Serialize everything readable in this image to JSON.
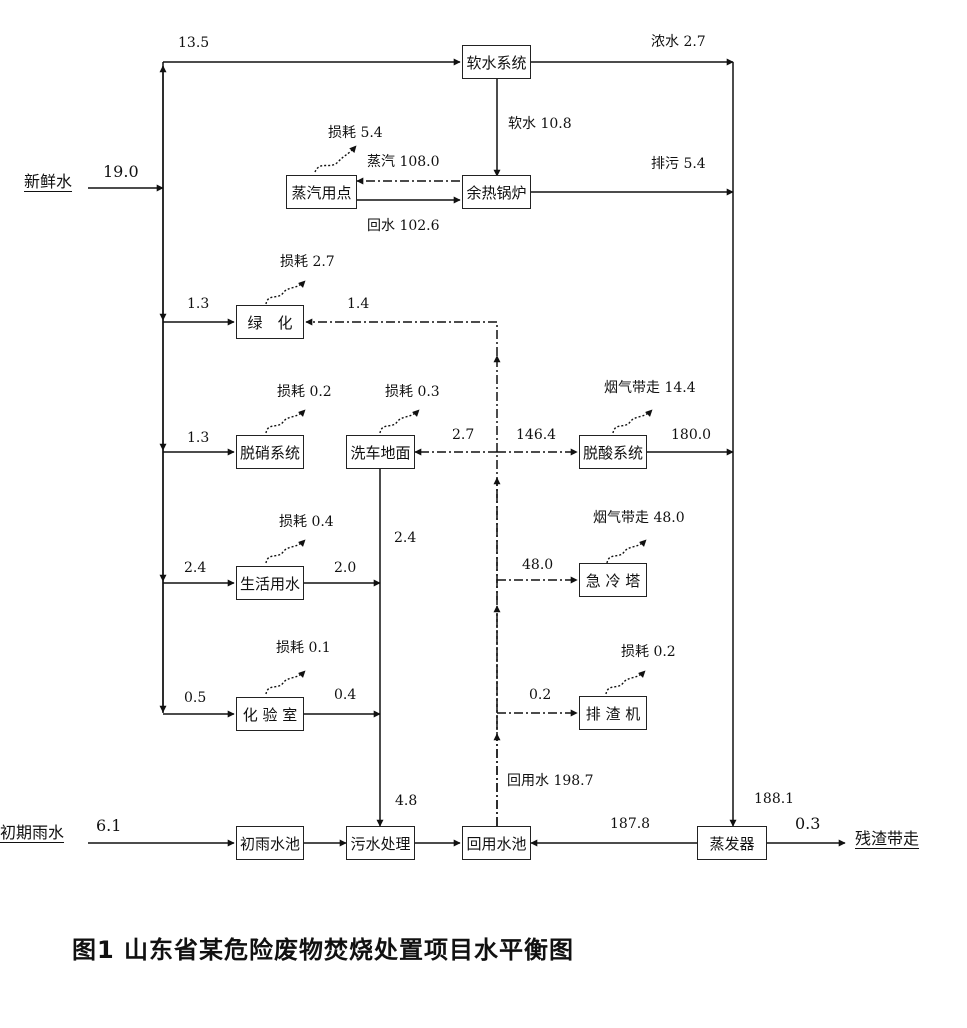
{
  "boxes": {
    "soft_water_system": "软水系统",
    "waste_heat_boiler": "余热锅炉",
    "steam_users": "蒸汽用点",
    "greening": "绿　化",
    "denitration": "脱硝系统",
    "car_wash": "洗车地面",
    "deacidification": "脱酸系统",
    "domestic_water": "生活用水",
    "quench_tower": "急 冷 塔",
    "laboratory": "化 验 室",
    "slag_discharger": "排 渣 机",
    "initial_rain_pool": "初雨水池",
    "sewage_treatment": "污水处理",
    "reuse_pool": "回用水池",
    "evaporator": "蒸发器"
  },
  "labels": {
    "fresh_water": "新鲜水",
    "fresh_water_value": "19.0",
    "initial_rain": "初期雨水",
    "initial_rain_value": "6.1",
    "residue": "残渣带走",
    "residue_value": "0.3",
    "to_soft_water": "13.5",
    "concentrate": "浓水 2.7",
    "soft_water": "软水 10.8",
    "blowdown": "排污 5.4",
    "loss_steam": "损耗 5.4",
    "steam": "蒸汽 108.0",
    "return_water": "回水 102.6",
    "loss_greening": "损耗 2.7",
    "to_greening": "1.3",
    "reuse_to_greening": "1.4",
    "loss_denitration": "损耗 0.2",
    "to_denitration": "1.3",
    "loss_car_wash": "损耗 0.3",
    "to_car_wash": "2.7",
    "to_deacidification": "146.4",
    "flue_gas_deacid": "烟气带走 14.4",
    "deacid_out": "180.0",
    "loss_domestic": "损耗 0.4",
    "to_domestic": "2.4",
    "domestic_out": "2.0",
    "car_wash_out": "2.4",
    "flue_gas_quench": "烟气带走 48.0",
    "to_quench": "48.0",
    "loss_lab": "损耗 0.1",
    "to_lab": "0.5",
    "lab_out": "0.4",
    "loss_slag": "损耗 0.2",
    "to_slag": "0.2",
    "reuse_water": "回用水 198.7",
    "to_evaporator": "188.1",
    "evaporator_return": "187.8",
    "sewage_in": "4.8"
  },
  "caption": "图1  山东省某危险废物焚烧处置项目水平衡图"
}
